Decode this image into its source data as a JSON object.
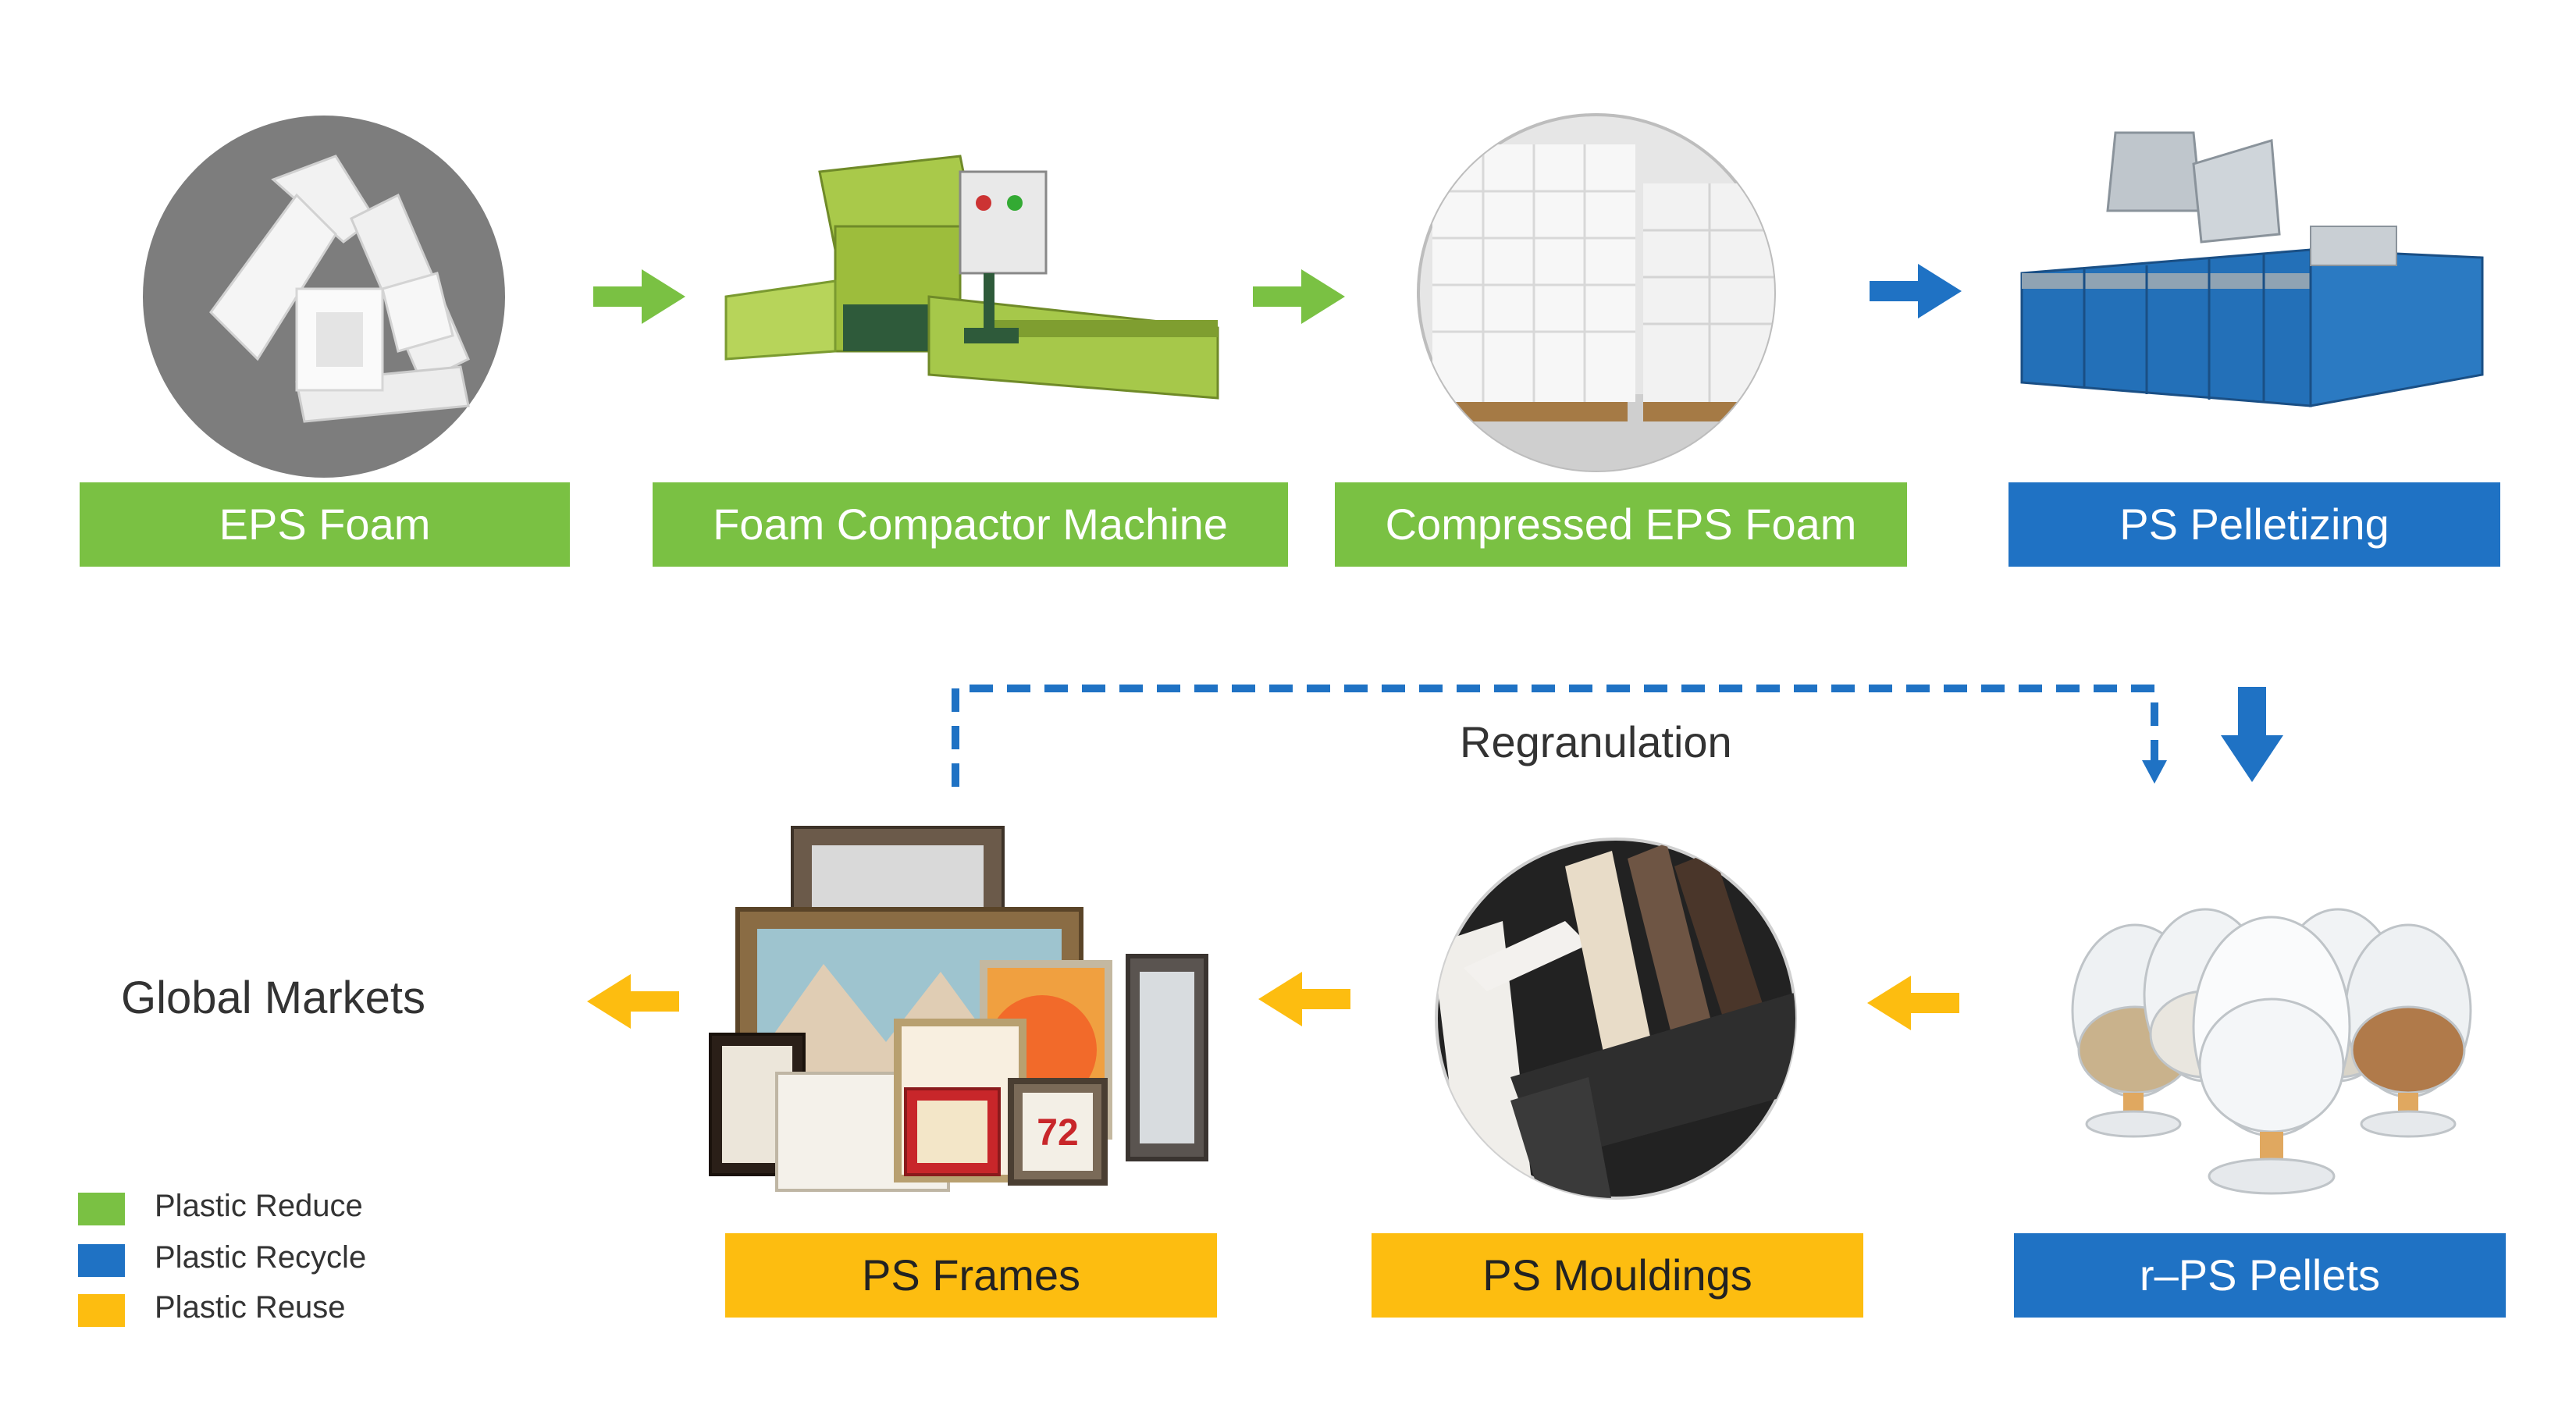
{
  "colors": {
    "reduce": "#7ac143",
    "recycle": "#1f72c4",
    "reuse": "#fdbd10"
  },
  "top_row": [
    {
      "label": "EPS Foam",
      "icon": "eps-foam-image",
      "category": "reduce"
    },
    {
      "label": "Foam Compactor Machine",
      "icon": "compactor-machine-image",
      "category": "reduce"
    },
    {
      "label": "Compressed EPS Foam",
      "icon": "compressed-foam-image",
      "category": "reduce"
    },
    {
      "label": "PS Pelletizing",
      "icon": "pelletizing-machine-image",
      "category": "recycle"
    }
  ],
  "bottom_row": [
    {
      "label": "PS Frames",
      "icon": "ps-frames-image",
      "category": "reuse"
    },
    {
      "label": "PS Mouldings",
      "icon": "ps-mouldings-image",
      "category": "reuse"
    },
    {
      "label": "r–PS Pellets",
      "icon": "rps-pellets-image",
      "category": "recycle"
    }
  ],
  "loop_label": "Regranulation",
  "end_label": "Global Markets",
  "legend": [
    {
      "label": "Plastic Reduce",
      "category": "reduce"
    },
    {
      "label": "Plastic Recycle",
      "category": "recycle"
    },
    {
      "label": "Plastic Reuse",
      "category": "reuse"
    }
  ]
}
